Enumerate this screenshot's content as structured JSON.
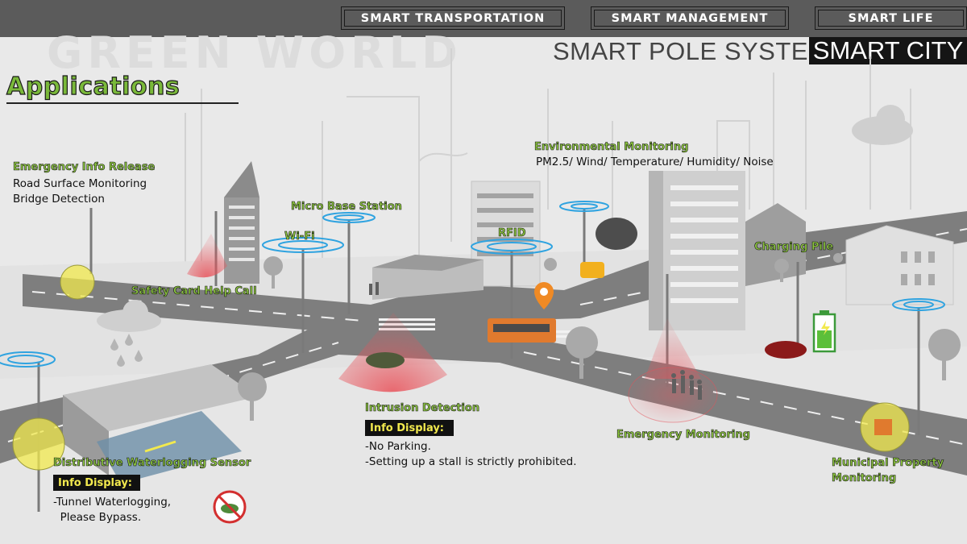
{
  "nav": {
    "transportation": "SMART TRANSPORTATION",
    "management": "SMART  MANAGEMENT",
    "life": "SMART  LIFE"
  },
  "watermark": "GREEN WORLD",
  "header": {
    "pole_system": "SMART POLE SYSTEM",
    "city": "SMART CITY"
  },
  "section_title": "Applications",
  "labels": {
    "emergency_info": "Emergency Info Release",
    "emergency_info_lines": [
      "Road Surface Monitoring",
      "Bridge Detection"
    ],
    "micro_base": "Micro Base Station",
    "wifi": "Wi-Fi",
    "rfid": "RFID",
    "environmental": "Environmental Monitoring",
    "environmental_detail": "PM2.5/ Wind/ Temperature/ Humidity/ Noise",
    "charging": "Charging Pile",
    "safety_card": "Safety Card Help Call",
    "intrusion": "Intrusion Detection",
    "intrusion_info": "Info Display:",
    "intrusion_lines": [
      "-No Parking.",
      "-Setting up a stall is strictly prohibited."
    ],
    "emergency_monitoring": "Emergency Monitoring",
    "waterlogging": "Distributive Waterlogging Sensor",
    "waterlogging_info": "Info Display:",
    "waterlogging_lines": [
      "-Tunnel Waterlogging,",
      "  Please Bypass."
    ],
    "municipal_1": "Municipal Property",
    "municipal_2": "Monitoring"
  },
  "colors": {
    "label_green": "#8cc63f",
    "signal_blue": "#2fa3e0",
    "detect_red": "#e8525a",
    "highlight_yellow": "#f2e94e"
  }
}
